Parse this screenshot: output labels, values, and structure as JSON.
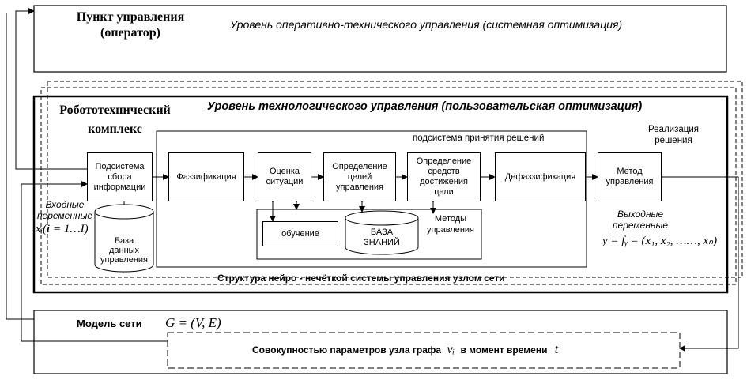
{
  "operator_panel": {
    "title": "Пункт управления",
    "subtitle": "(оператор)",
    "level": "Уровень оперативно-технического управления (системная оптимизация)"
  },
  "robotic_complex": {
    "title_line1": "Робототехнический",
    "title_line2": "комплекс",
    "level": "Уровень технологического управления (пользовательская оптимизация)",
    "realization_line1": "Реализация",
    "realization_line2": "решения",
    "caption": "Структура нейро - нечёткой системы управления узлом сети"
  },
  "subsystem_label": "подсистема принятия решений",
  "blocks": {
    "collection_line1": "Подсистема",
    "collection_line2": "сбора",
    "collection_line3": "информации",
    "fuzzification": "Фаззификация",
    "assessment_line1": "Оценка",
    "assessment_line2": "ситуации",
    "goals_line1": "Определение",
    "goals_line2": "целей",
    "goals_line3": "управления",
    "means_line1": "Определение",
    "means_line2": "средств",
    "means_line3": "достижения",
    "means_line4": "цели",
    "defuzzification": "Дефаззификация",
    "method_line1": "Метод",
    "method_line2": "управления",
    "learning": "обучение",
    "knowledge_base_line1": "БАЗА",
    "knowledge_base_line2": "ЗНАНИЙ",
    "methods_line1": "Методы",
    "methods_line2": "управления"
  },
  "control_db": {
    "line1": "База",
    "line2": "данных",
    "line3": "управления"
  },
  "inputs": {
    "line1": "Входные",
    "line2": "переменные",
    "formula": "xᵢ(i = 1…I)"
  },
  "outputs": {
    "line1": "Выходные",
    "line2": "переменные",
    "formula": "y = fᵧ = (x₁, x₂, ……, xₙ)"
  },
  "network_model": {
    "title": "Модель сети",
    "formula": "G = (V, E)",
    "params_text": "Совокупностью параметров узла графа",
    "params_var": "vᵢ",
    "params_mid": "в момент времени",
    "params_time": "t"
  }
}
